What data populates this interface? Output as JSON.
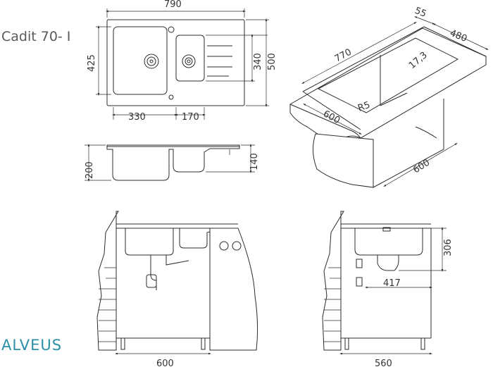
{
  "product": {
    "model": "Cadit 70- I",
    "brand": "ALVEUS"
  },
  "top_view": {
    "overall_width": "790",
    "overall_depth": "500",
    "large_bowl_depth": "425",
    "small_bowl_depth": "340",
    "large_bowl_width": "330",
    "small_bowl_width": "170"
  },
  "side_view": {
    "large_bowl_height": "200",
    "small_bowl_height": "140"
  },
  "iso_view": {
    "length": "770",
    "rim": "55",
    "depth": "480",
    "corner": "17,3",
    "radius": "R5",
    "cutout_width": "600",
    "cabinet_depth": "600"
  },
  "front_install": {
    "cabinet_width": "600"
  },
  "side_install": {
    "height": "306",
    "depth_offset": "417",
    "cabinet_depth": "560"
  }
}
